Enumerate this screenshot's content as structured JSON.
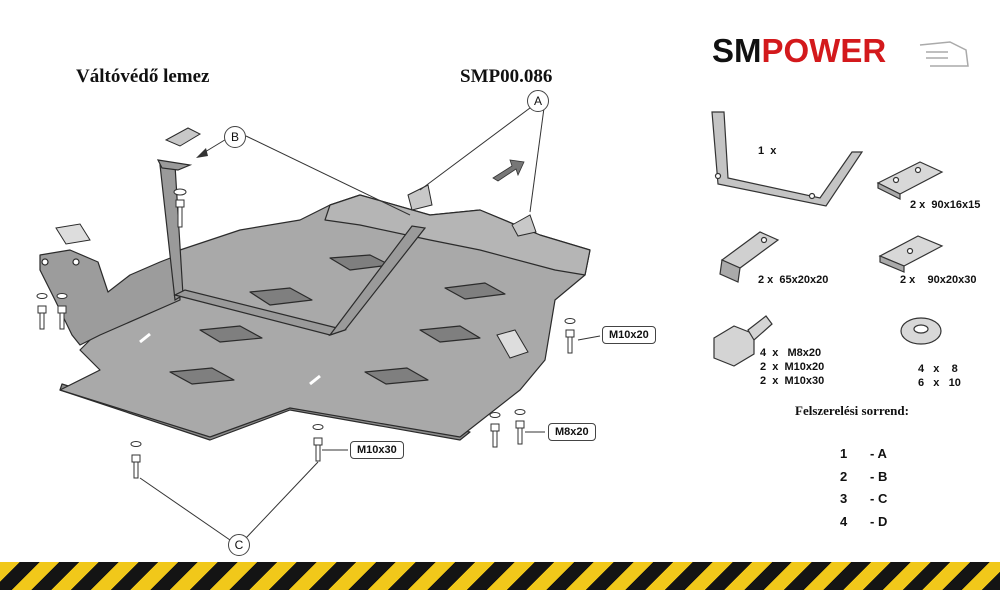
{
  "header": {
    "title": "Váltóvédő lemez",
    "code": "SMP00.086"
  },
  "brand": {
    "part1": "SM",
    "part2": "POWER"
  },
  "callouts": {
    "a": "A",
    "b": "B",
    "c": "C"
  },
  "bolt_labels": {
    "m10x20": "M10x20",
    "m8x20": "M8x20",
    "m10x30": "M10x30"
  },
  "parts": {
    "bracket": "1  x",
    "plate_90x16x15": "2 x  90x16x15",
    "wedge_65x20x20": "2 x  65x20x20",
    "plate_90x20x30": "2 x    90x20x30",
    "bolt_line1": "4  x   M8x20",
    "bolt_line2": "2  x  M10x20",
    "bolt_line3": "2  x  M10x30",
    "washer_line1": "4   x    8",
    "washer_line2": "6   x   10"
  },
  "sequence": {
    "title": "Felszerelési sorrend:",
    "steps": [
      {
        "n": "1",
        "label": "- A"
      },
      {
        "n": "2",
        "label": "- B"
      },
      {
        "n": "3",
        "label": "- C"
      },
      {
        "n": "4",
        "label": "- D"
      }
    ]
  },
  "colors": {
    "plate": "#a9a9a9",
    "plate_dark": "#8c8c8c",
    "outline": "#2b2b2b",
    "brand_red": "#d3191c",
    "stripe_yellow": "#f1c81a",
    "stripe_black": "#141414"
  }
}
